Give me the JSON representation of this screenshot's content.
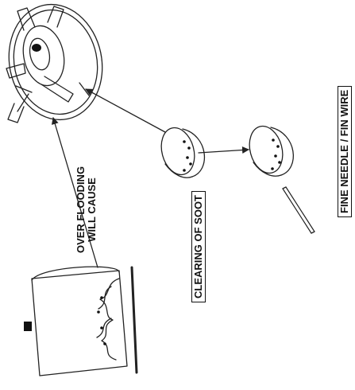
{
  "labels": {
    "over_flooding_line1": "OVER FLOODING",
    "over_flooding_line2": "WILL CAUSE",
    "clearing_of_soot": "CLEARING OF SOOT",
    "fine_needle": "FINE NEEDLE / FIN WIRE"
  },
  "colors": {
    "line": "#222222",
    "arrow": "#333333",
    "background": "#ffffff"
  }
}
